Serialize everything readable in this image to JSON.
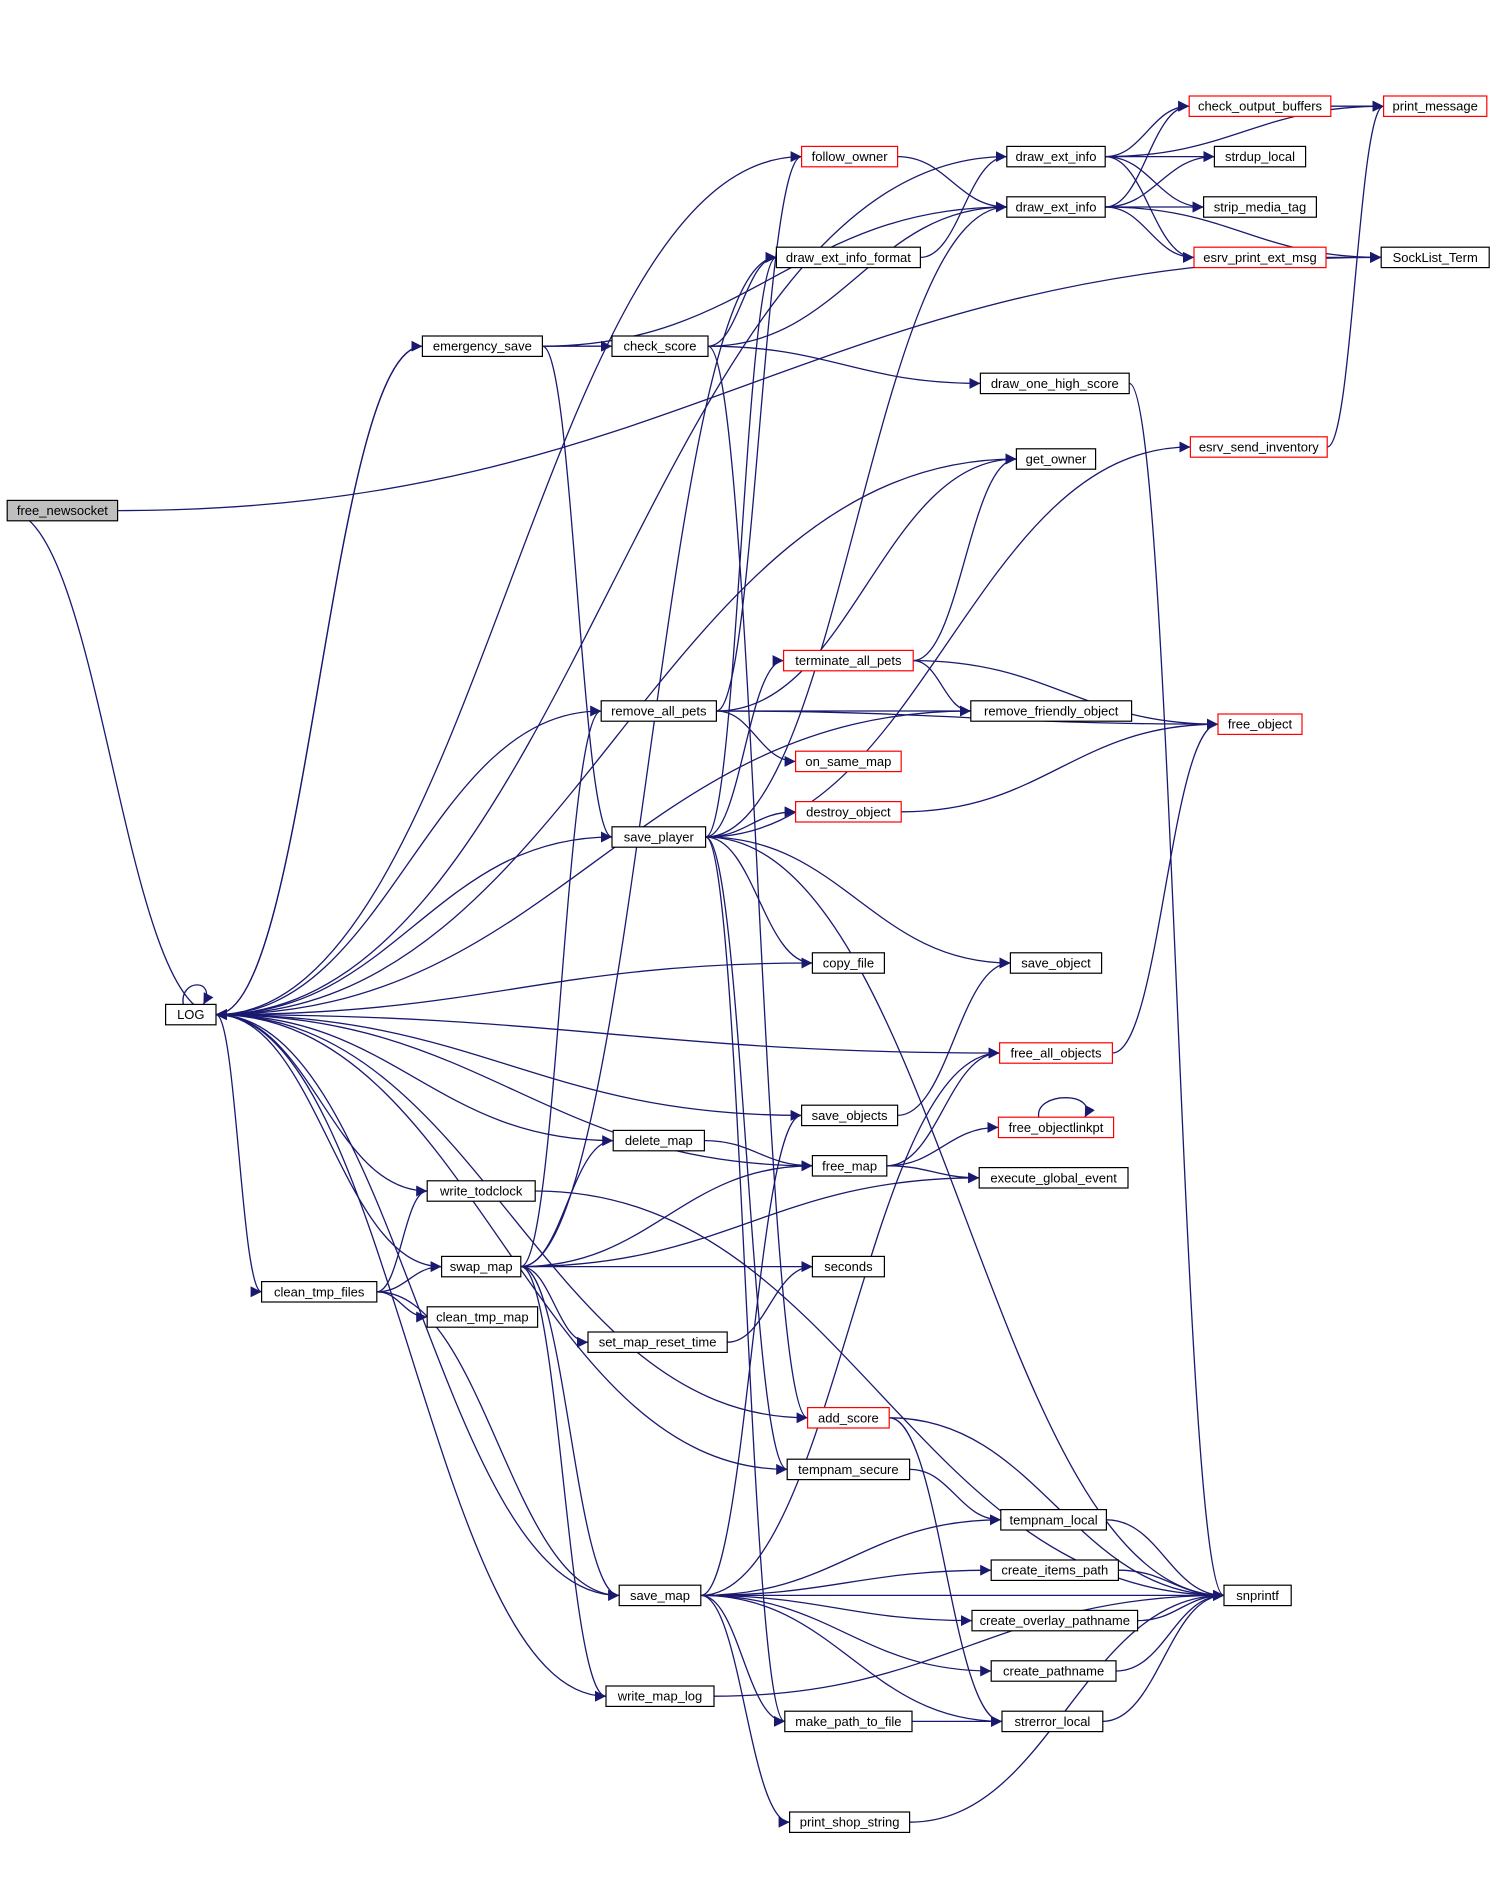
{
  "colors": {
    "edge": "#191970",
    "node_border": "#000000",
    "node_border_highlight": "#ff0000",
    "root_fill": "#bfbfbf",
    "node_fill": "#ffffff"
  },
  "nodes": [
    {
      "id": "free_newsocket",
      "label": "free_newsocket",
      "root": true
    },
    {
      "id": "LOG",
      "label": "LOG"
    },
    {
      "id": "emergency_save",
      "label": "emergency_save"
    },
    {
      "id": "check_score",
      "label": "check_score"
    },
    {
      "id": "follow_owner",
      "label": "follow_owner",
      "red": true
    },
    {
      "id": "draw_ext_info_a",
      "label": "draw_ext_info"
    },
    {
      "id": "draw_ext_info_b",
      "label": "draw_ext_info"
    },
    {
      "id": "draw_ext_info_format",
      "label": "draw_ext_info_format"
    },
    {
      "id": "check_output_buffers",
      "label": "check_output_buffers",
      "red": true
    },
    {
      "id": "print_message",
      "label": "print_message",
      "red": true
    },
    {
      "id": "strdup_local",
      "label": "strdup_local"
    },
    {
      "id": "strip_media_tag",
      "label": "strip_media_tag"
    },
    {
      "id": "esrv_print_ext_msg",
      "label": "esrv_print_ext_msg",
      "red": true
    },
    {
      "id": "SockList_Term",
      "label": "SockList_Term"
    },
    {
      "id": "draw_one_high_score",
      "label": "draw_one_high_score"
    },
    {
      "id": "get_owner",
      "label": "get_owner"
    },
    {
      "id": "esrv_send_inventory",
      "label": "esrv_send_inventory",
      "red": true
    },
    {
      "id": "terminate_all_pets",
      "label": "terminate_all_pets",
      "red": true
    },
    {
      "id": "remove_all_pets",
      "label": "remove_all_pets"
    },
    {
      "id": "remove_friendly_object",
      "label": "remove_friendly_object"
    },
    {
      "id": "free_object",
      "label": "free_object",
      "red": true
    },
    {
      "id": "on_same_map",
      "label": "on_same_map",
      "red": true
    },
    {
      "id": "destroy_object",
      "label": "destroy_object",
      "red": true
    },
    {
      "id": "save_player",
      "label": "save_player"
    },
    {
      "id": "copy_file",
      "label": "copy_file"
    },
    {
      "id": "save_object",
      "label": "save_object"
    },
    {
      "id": "free_all_objects",
      "label": "free_all_objects",
      "red": true
    },
    {
      "id": "save_objects",
      "label": "save_objects"
    },
    {
      "id": "free_objectlinkpt",
      "label": "free_objectlinkpt",
      "red": true
    },
    {
      "id": "delete_map",
      "label": "delete_map"
    },
    {
      "id": "free_map",
      "label": "free_map"
    },
    {
      "id": "execute_global_event",
      "label": "execute_global_event"
    },
    {
      "id": "write_todclock",
      "label": "write_todclock"
    },
    {
      "id": "swap_map",
      "label": "swap_map"
    },
    {
      "id": "seconds",
      "label": "seconds"
    },
    {
      "id": "clean_tmp_files",
      "label": "clean_tmp_files"
    },
    {
      "id": "clean_tmp_map",
      "label": "clean_tmp_map"
    },
    {
      "id": "set_map_reset_time",
      "label": "set_map_reset_time"
    },
    {
      "id": "add_score",
      "label": "add_score",
      "red": true
    },
    {
      "id": "tempnam_secure",
      "label": "tempnam_secure"
    },
    {
      "id": "tempnam_local",
      "label": "tempnam_local"
    },
    {
      "id": "save_map",
      "label": "save_map"
    },
    {
      "id": "create_items_path",
      "label": "create_items_path"
    },
    {
      "id": "snprintf",
      "label": "snprintf"
    },
    {
      "id": "create_overlay_pathname",
      "label": "create_overlay_pathname"
    },
    {
      "id": "create_pathname",
      "label": "create_pathname"
    },
    {
      "id": "write_map_log",
      "label": "write_map_log"
    },
    {
      "id": "make_path_to_file",
      "label": "make_path_to_file"
    },
    {
      "id": "strerror_local",
      "label": "strerror_local"
    },
    {
      "id": "print_shop_string",
      "label": "print_shop_string"
    }
  ],
  "edges": [
    [
      "free_newsocket",
      "LOG"
    ],
    [
      "free_newsocket",
      "SockList_Term"
    ],
    [
      "LOG",
      "LOG"
    ],
    [
      "LOG",
      "emergency_save"
    ],
    [
      "LOG",
      "clean_tmp_files"
    ],
    [
      "emergency_save",
      "LOG"
    ],
    [
      "emergency_save",
      "check_score"
    ],
    [
      "emergency_save",
      "draw_ext_info_b"
    ],
    [
      "emergency_save",
      "save_player"
    ],
    [
      "check_score",
      "draw_ext_info_format"
    ],
    [
      "check_score",
      "draw_ext_info_b"
    ],
    [
      "check_score",
      "draw_one_high_score"
    ],
    [
      "check_score",
      "add_score"
    ],
    [
      "follow_owner",
      "LOG"
    ],
    [
      "follow_owner",
      "draw_ext_info_b"
    ],
    [
      "draw_ext_info_a",
      "LOG"
    ],
    [
      "draw_ext_info_a",
      "print_message"
    ],
    [
      "draw_ext_info_a",
      "check_output_buffers"
    ],
    [
      "draw_ext_info_a",
      "strdup_local"
    ],
    [
      "draw_ext_info_a",
      "strip_media_tag"
    ],
    [
      "draw_ext_info_a",
      "esrv_print_ext_msg"
    ],
    [
      "draw_ext_info_b",
      "check_output_buffers"
    ],
    [
      "draw_ext_info_b",
      "strdup_local"
    ],
    [
      "draw_ext_info_b",
      "strip_media_tag"
    ],
    [
      "draw_ext_info_b",
      "esrv_print_ext_msg"
    ],
    [
      "draw_ext_info_b",
      "SockList_Term"
    ],
    [
      "draw_ext_info_format",
      "draw_ext_info_a"
    ],
    [
      "check_output_buffers",
      "print_message"
    ],
    [
      "esrv_print_ext_msg",
      "SockList_Term"
    ],
    [
      "draw_one_high_score",
      "snprintf"
    ],
    [
      "get_owner",
      "LOG"
    ],
    [
      "esrv_send_inventory",
      "print_message"
    ],
    [
      "terminate_all_pets",
      "get_owner"
    ],
    [
      "terminate_all_pets",
      "remove_friendly_object"
    ],
    [
      "terminate_all_pets",
      "free_object"
    ],
    [
      "remove_all_pets",
      "LOG"
    ],
    [
      "remove_all_pets",
      "follow_owner"
    ],
    [
      "remove_all_pets",
      "get_owner"
    ],
    [
      "remove_all_pets",
      "free_object"
    ],
    [
      "remove_all_pets",
      "remove_friendly_object"
    ],
    [
      "remove_all_pets",
      "on_same_map"
    ],
    [
      "remove_friendly_object",
      "LOG"
    ],
    [
      "destroy_object",
      "free_object"
    ],
    [
      "save_player",
      "LOG"
    ],
    [
      "save_player",
      "draw_ext_info_b"
    ],
    [
      "save_player",
      "draw_ext_info_format"
    ],
    [
      "save_player",
      "esrv_send_inventory"
    ],
    [
      "save_player",
      "terminate_all_pets"
    ],
    [
      "save_player",
      "destroy_object"
    ],
    [
      "save_player",
      "copy_file"
    ],
    [
      "save_player",
      "save_object"
    ],
    [
      "save_player",
      "snprintf"
    ],
    [
      "save_player",
      "tempnam_secure"
    ],
    [
      "save_player",
      "make_path_to_file"
    ],
    [
      "copy_file",
      "LOG"
    ],
    [
      "free_all_objects",
      "LOG"
    ],
    [
      "free_all_objects",
      "free_object"
    ],
    [
      "save_objects",
      "LOG"
    ],
    [
      "save_objects",
      "save_object"
    ],
    [
      "free_objectlinkpt",
      "free_objectlinkpt"
    ],
    [
      "delete_map",
      "LOG"
    ],
    [
      "delete_map",
      "free_map"
    ],
    [
      "free_map",
      "LOG"
    ],
    [
      "free_map",
      "free_all_objects"
    ],
    [
      "free_map",
      "free_objectlinkpt"
    ],
    [
      "free_map",
      "execute_global_event"
    ],
    [
      "write_todclock",
      "LOG"
    ],
    [
      "write_todclock",
      "snprintf"
    ],
    [
      "swap_map",
      "LOG"
    ],
    [
      "swap_map",
      "draw_ext_info_format"
    ],
    [
      "swap_map",
      "remove_all_pets"
    ],
    [
      "swap_map",
      "delete_map"
    ],
    [
      "swap_map",
      "free_map"
    ],
    [
      "swap_map",
      "seconds"
    ],
    [
      "swap_map",
      "set_map_reset_time"
    ],
    [
      "swap_map",
      "execute_global_event"
    ],
    [
      "swap_map",
      "save_map"
    ],
    [
      "swap_map",
      "write_map_log"
    ],
    [
      "clean_tmp_files",
      "write_todclock"
    ],
    [
      "clean_tmp_files",
      "swap_map"
    ],
    [
      "clean_tmp_files",
      "clean_tmp_map"
    ],
    [
      "clean_tmp_files",
      "save_map"
    ],
    [
      "set_map_reset_time",
      "seconds"
    ],
    [
      "add_score",
      "LOG"
    ],
    [
      "add_score",
      "snprintf"
    ],
    [
      "add_score",
      "strerror_local"
    ],
    [
      "tempnam_secure",
      "LOG"
    ],
    [
      "tempnam_secure",
      "tempnam_local"
    ],
    [
      "tempnam_local",
      "snprintf"
    ],
    [
      "save_map",
      "LOG"
    ],
    [
      "save_map",
      "save_objects"
    ],
    [
      "save_map",
      "free_all_objects"
    ],
    [
      "save_map",
      "tempnam_local"
    ],
    [
      "save_map",
      "create_items_path"
    ],
    [
      "save_map",
      "create_overlay_pathname"
    ],
    [
      "save_map",
      "create_pathname"
    ],
    [
      "save_map",
      "make_path_to_file"
    ],
    [
      "save_map",
      "strerror_local"
    ],
    [
      "save_map",
      "print_shop_string"
    ],
    [
      "save_map",
      "snprintf"
    ],
    [
      "create_items_path",
      "snprintf"
    ],
    [
      "create_overlay_pathname",
      "snprintf"
    ],
    [
      "create_pathname",
      "snprintf"
    ],
    [
      "write_map_log",
      "LOG"
    ],
    [
      "write_map_log",
      "snprintf"
    ],
    [
      "make_path_to_file",
      "strerror_local"
    ],
    [
      "strerror_local",
      "snprintf"
    ],
    [
      "print_shop_string",
      "snprintf"
    ]
  ]
}
